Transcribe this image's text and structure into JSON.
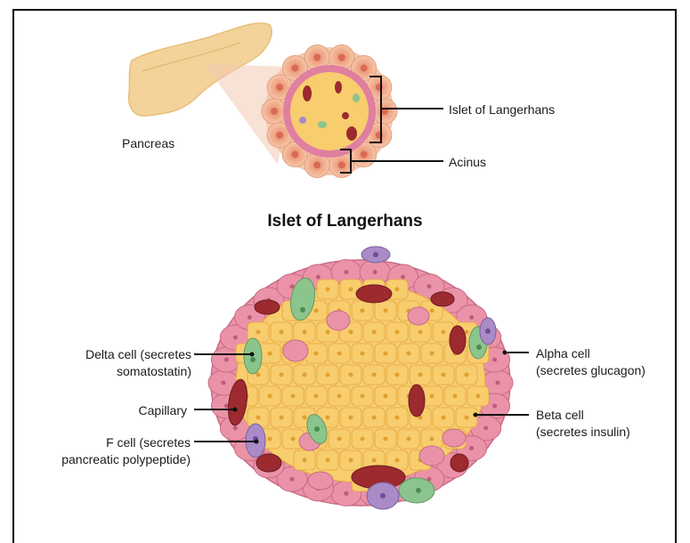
{
  "pancreas_label": "Pancreas",
  "top_labels": {
    "islet": "Islet of Langerhans",
    "acinus": "Acinus"
  },
  "title": "Islet of Langerhans",
  "labels": {
    "delta_line1": "Delta cell (secretes",
    "delta_line2": "somatostatin)",
    "capillary": "Capillary",
    "f_line1": "F cell (secretes",
    "f_line2": "pancreatic polypeptide)",
    "alpha_line1": "Alpha cell",
    "alpha_line2": "(secretes glucagon)",
    "beta_line1": "Beta cell",
    "beta_line2": "(secretes insulin)"
  },
  "colors": {
    "pancreas": "#f3d39a",
    "beta_cell": "#f8cd6e",
    "beta_border": "#e2a640",
    "delta_cell": "#8cc48e",
    "alpha_cell": "#ea93a8",
    "f_cell": "#a88bc7",
    "capillary": "#9c2a2f",
    "acinus": "#f2b48f",
    "line": "#111111"
  }
}
